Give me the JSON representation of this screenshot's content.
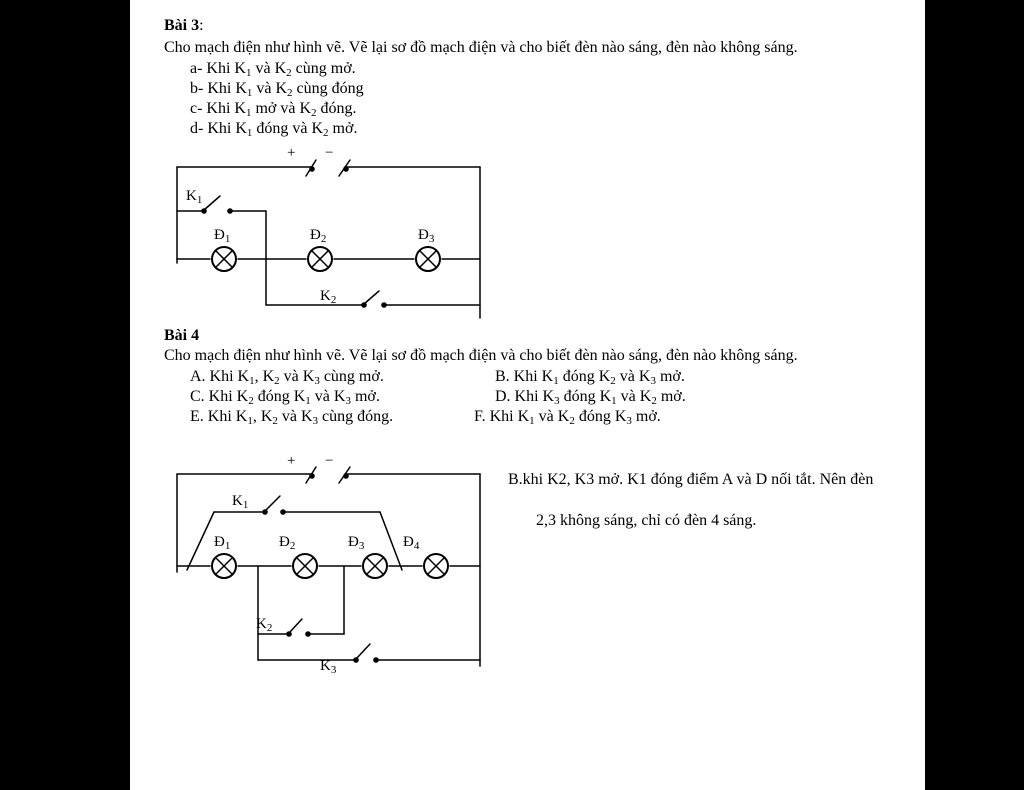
{
  "bai3": {
    "title": "Bài 3",
    "title_colon": ":",
    "prompt": "Cho mạch điện như hình vẽ. Vẽ lại sơ đồ mạch điện và cho biết đèn nào sáng, đèn nào không sáng.",
    "items": [
      {
        "pre": "a-   Khi K",
        "s1": "1",
        "mid": " và K",
        "s2": "2",
        "post": " cùng mở."
      },
      {
        "pre": "b-   Khi K",
        "s1": "1",
        "mid": " và K",
        "s2": "2",
        "post": " cùng đóng"
      },
      {
        "pre": "c-   Khi K",
        "s1": "1",
        "mid": " mở và K",
        "s2": "2",
        "post": " đóng."
      },
      {
        "pre": "d-   Khi K",
        "s1": "1",
        "mid": " đóng và K",
        "s2": "2",
        "post": " mở."
      }
    ],
    "circuit": {
      "plus": "+",
      "minus": "−",
      "k1": "K",
      "k1_sub": "1",
      "k2": "K",
      "k2_sub": "2",
      "d1": "Đ",
      "d1_sub": "1",
      "d2": "Đ",
      "d2_sub": "2",
      "d3": "Đ",
      "d3_sub": "3"
    }
  },
  "bai4": {
    "title": "Bài 4",
    "prompt": "Cho mạch điện như hình vẽ. Vẽ lại sơ đồ mạch điện và cho biết đèn nào sáng, đèn nào không sáng.",
    "options": {
      "a": {
        "t1": "A. Khi K",
        "s1": "1",
        "t2": ", K",
        "s2": "2",
        "t3": " và K",
        "s3": "3",
        "t4": " cùng mở."
      },
      "b": {
        "t1": "B. Khi K",
        "s1": "1",
        "t2": " đóng K",
        "s2": "2",
        "t3": " và K",
        "s3": "3",
        "t4": " mở."
      },
      "c": {
        "t1": "C. Khi K",
        "s1": "2",
        "t2": " đóng K",
        "s2": "1",
        "t3": " và K",
        "s3": "3",
        "t4": " mở."
      },
      "d": {
        "t1": "D. Khi K",
        "s1": "3",
        "t2": " đóng K",
        "s2": "1",
        "t3": " và K",
        "s3": "2",
        "t4": " mở."
      },
      "e": {
        "t1": "E. Khi K",
        "s1": "1",
        "t2": ", K",
        "s2": "2",
        "t3": " và K",
        "s3": "3",
        "t4": " cùng đóng."
      },
      "f": {
        "t1": "F. Khi K",
        "s1": "1",
        "t2": " và K",
        "s2": "2",
        "t3": " đóng K",
        "s3": "3",
        "t4": " mở."
      }
    },
    "circuit": {
      "plus": "+",
      "minus": "−",
      "k1": "K",
      "k1_sub": "1",
      "k2": "K",
      "k2_sub": "2",
      "k3": "K",
      "k3_sub": "3",
      "d1": "Đ",
      "d1_sub": "1",
      "d2": "Đ",
      "d2_sub": "2",
      "d3": "Đ",
      "d3_sub": "3",
      "d4": "Đ",
      "d4_sub": "4"
    },
    "answer_line1": "B.khi K2, K3 mở. K1 đóng điểm A và D nối tắt. Nên đèn",
    "answer_line2": "2,3 không sáng, chỉ có đèn 4 sáng."
  }
}
